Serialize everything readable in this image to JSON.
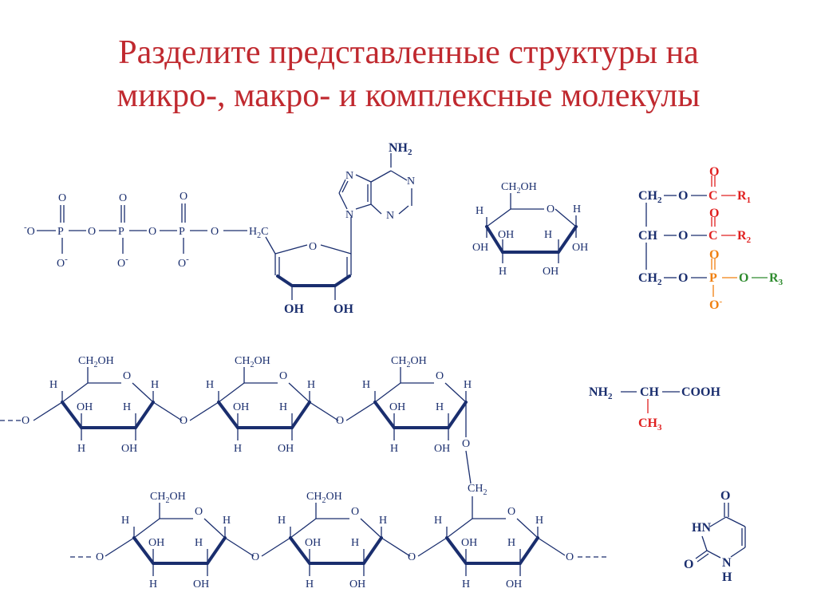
{
  "title": {
    "line1": "Разделите представленные структуры на",
    "line2": "микро-, макро- и комплексные молекулы"
  },
  "atp": {
    "O": "O",
    "P": "P",
    "O_minus": "O",
    "minus": "-",
    "H2C": "H2C",
    "OH": "OH",
    "N": "N",
    "NH2": "NH2"
  },
  "glucose": {
    "CH2OH": "CH2OH",
    "O": "O",
    "H": "H",
    "OH": "OH"
  },
  "phospholipid": {
    "CH2": "CH2",
    "CH": "CH",
    "O": "O",
    "C": "C",
    "P": "P",
    "R1": "R1",
    "R2": "R2",
    "R3": "R3",
    "minus": "-"
  },
  "polysaccharide": {
    "CH2OH": "CH2OH",
    "CH2": "CH2",
    "O": "O",
    "H": "H",
    "OH": "OH"
  },
  "alanine": {
    "NH2": "NH2",
    "CH": "CH",
    "COOH": "COOH",
    "CH3": "CH3"
  },
  "uracil": {
    "O": "O",
    "HN": "HN",
    "N": "N",
    "H": "H"
  },
  "colors": {
    "title": "#c0292f",
    "structure": "#1a2e6e",
    "red": "#e02020",
    "orange": "#f08010",
    "green": "#2e8b2e"
  }
}
